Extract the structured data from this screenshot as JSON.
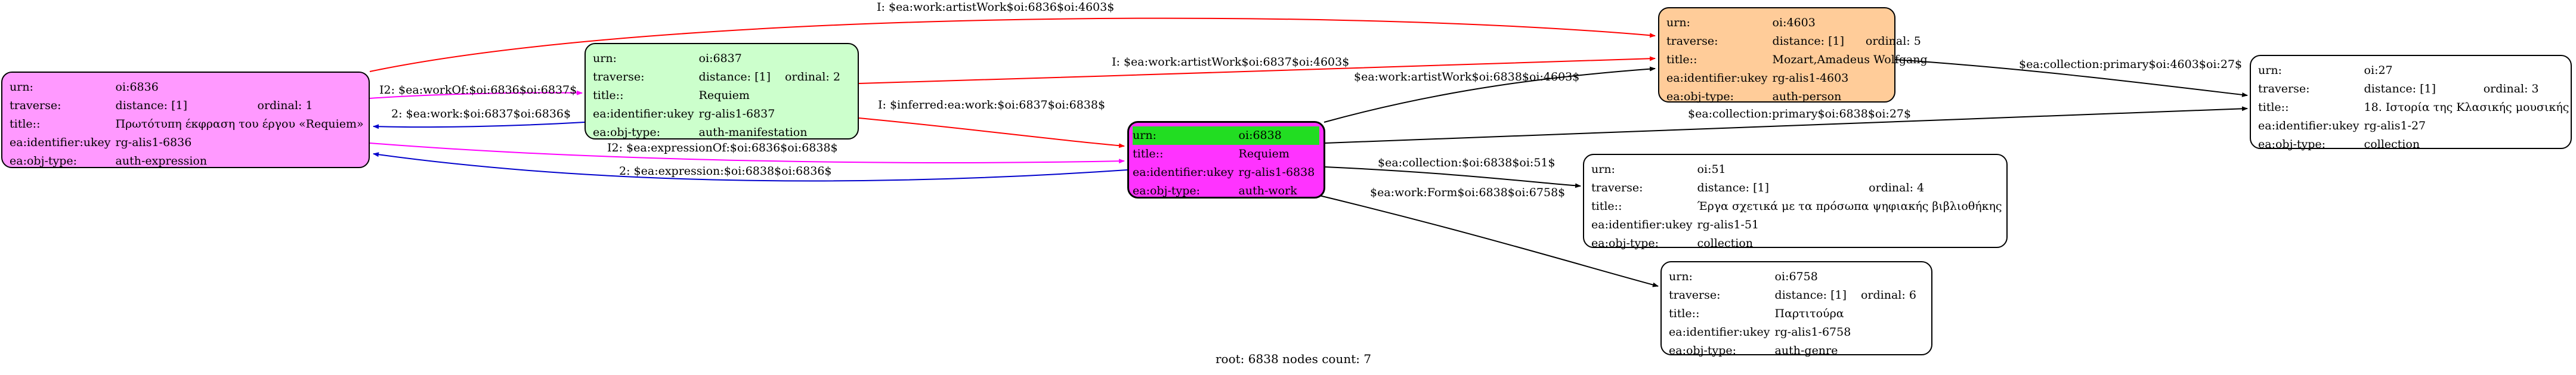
{
  "caption": "root: 6838 nodes count: 7",
  "nodes": {
    "n6836": {
      "fill": "#ff99ff",
      "urn": [
        "urn:",
        "oi:6836"
      ],
      "traverse": [
        "traverse:",
        "distance: [1]",
        "ordinal: 1"
      ],
      "title": [
        "title::",
        "Πρωτότυπη έκφραση του έργου «Requiem»"
      ],
      "ukey": [
        "ea:identifier:ukey",
        "rg-alis1-6836"
      ],
      "type": [
        "ea:obj-type:",
        "auth-expression"
      ]
    },
    "n6837": {
      "fill": "#ccffcc",
      "urn": [
        "urn:",
        "oi:6837"
      ],
      "traverse": [
        "traverse:",
        "distance: [1]",
        "ordinal: 2"
      ],
      "title": [
        "title::",
        "Requiem"
      ],
      "ukey": [
        "ea:identifier:ukey",
        "rg-alis1-6837"
      ],
      "type": [
        "ea:obj-type:",
        "auth-manifestation"
      ]
    },
    "n6838": {
      "fill": "#ff33ff",
      "header_fill": "#22dd22",
      "urn": [
        "urn:",
        "oi:6838"
      ],
      "title": [
        "title::",
        "Requiem"
      ],
      "ukey": [
        "ea:identifier:ukey",
        "rg-alis1-6838"
      ],
      "type": [
        "ea:obj-type:",
        "auth-work"
      ]
    },
    "n4603": {
      "fill": "#ffcc99",
      "urn": [
        "urn:",
        "oi:4603"
      ],
      "traverse": [
        "traverse:",
        "distance: [1]",
        "ordinal: 5"
      ],
      "title": [
        "title::",
        "Mozart,Amadeus Wolfgang"
      ],
      "ukey": [
        "ea:identifier:ukey",
        "rg-alis1-4603"
      ],
      "type": [
        "ea:obj-type:",
        "auth-person"
      ]
    },
    "n27": {
      "fill": "#ffffff",
      "urn": [
        "urn:",
        "oi:27"
      ],
      "traverse": [
        "traverse:",
        "distance: [1]",
        "ordinal: 3"
      ],
      "title": [
        "title::",
        "18. Ιστορία της Κλασικής μουσικής"
      ],
      "ukey": [
        "ea:identifier:ukey",
        "rg-alis1-27"
      ],
      "type": [
        "ea:obj-type:",
        "collection"
      ]
    },
    "n51": {
      "fill": "#ffffff",
      "urn": [
        "urn:",
        "oi:51"
      ],
      "traverse": [
        "traverse:",
        "distance: [1]",
        "ordinal: 4"
      ],
      "title": [
        "title::",
        "Έργα σχετικά με τα πρόσωπα ψηφιακής βιβλιοθήκης"
      ],
      "ukey": [
        "ea:identifier:ukey",
        "rg-alis1-51"
      ],
      "type": [
        "ea:obj-type:",
        "collection"
      ]
    },
    "n6758": {
      "fill": "#ffffff",
      "urn": [
        "urn:",
        "oi:6758"
      ],
      "traverse": [
        "traverse:",
        "distance: [1]",
        "ordinal: 6"
      ],
      "title": [
        "title::",
        "Παρτιτούρα"
      ],
      "ukey": [
        "ea:identifier:ukey",
        "rg-alis1-6758"
      ],
      "type": [
        "ea:obj-type:",
        "auth-genre"
      ]
    }
  },
  "edges": [
    {
      "label": "I: $ea:work:artistWork$oi:6836$oi:4603$",
      "color": "#ff0000"
    },
    {
      "label": "I2: $ea:workOf:$oi:6836$oi:6837$",
      "color": "#ff00ff"
    },
    {
      "label": "2: $ea:work:$oi:6837$oi:6836$",
      "color": "#0000cc"
    },
    {
      "label": "I: $ea:work:artistWork$oi:6837$oi:4603$",
      "color": "#ff0000"
    },
    {
      "label": "I: $inferred:ea:work:$oi:6837$oi:6838$",
      "color": "#ff0000"
    },
    {
      "label": "I2: $ea:expressionOf:$oi:6836$oi:6838$",
      "color": "#ff00ff"
    },
    {
      "label": "2: $ea:expression:$oi:6838$oi:6836$",
      "color": "#0000cc"
    },
    {
      "label": "$ea:work:artistWork$oi:6838$oi:4603$",
      "color": "#000000"
    },
    {
      "label": "$ea:collection:primary$oi:4603$oi:27$",
      "color": "#000000"
    },
    {
      "label": "$ea:collection:primary$oi:6838$oi:27$",
      "color": "#000000"
    },
    {
      "label": "$ea:collection:$oi:6838$oi:51$",
      "color": "#000000"
    },
    {
      "label": "$ea:work:Form$oi:6838$oi:6758$",
      "color": "#000000"
    }
  ]
}
